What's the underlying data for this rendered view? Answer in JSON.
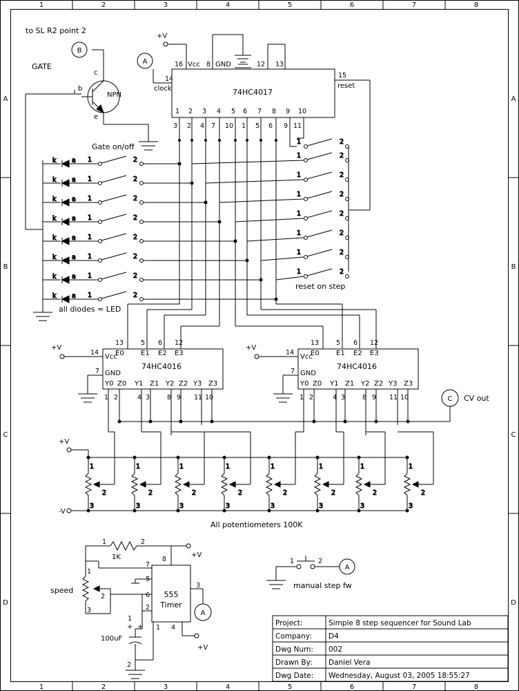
{
  "frame": {
    "columns": [
      "1",
      "2",
      "3",
      "4",
      "5",
      "6",
      "7",
      "8"
    ],
    "rows": [
      "A",
      "B",
      "C",
      "D"
    ]
  },
  "labels": {
    "to_sl": "to SL R2 point 2",
    "gate": "GATE",
    "gate_onoff": "Gate on/off",
    "npn": "NPN",
    "all_diodes": "all diodes = LED",
    "reset_on_step": "reset on step",
    "all_pots": "All potentiometers 100K",
    "cv_out": "CV out",
    "speed": "speed",
    "manual_step": "manual step fw",
    "r1k": "1K",
    "cap": "100uF",
    "plus_v": "+V",
    "minus_v": "-V"
  },
  "connectors": {
    "A": "A",
    "B": "B",
    "C": "C"
  },
  "ic_4017": {
    "name": "74HC4017",
    "vcc": "Vcc",
    "gnd": "GND",
    "clock": "clock",
    "reset": "reset",
    "top_pins": [
      "16",
      "8",
      "12",
      "13"
    ],
    "pin_14": "14",
    "pin_15": "15",
    "inner": [
      "1",
      "2",
      "3",
      "4",
      "5",
      "6",
      "7",
      "8",
      "9",
      "10"
    ],
    "outer": [
      "3",
      "2",
      "4",
      "7",
      "10",
      "1",
      "5",
      "6",
      "9",
      "11"
    ]
  },
  "ic_4016": {
    "name": "74HC4016",
    "vcc": "Vcc",
    "gnd": "GND",
    "enables": [
      "E0",
      "E1",
      "E2",
      "E3"
    ],
    "enable_pins": [
      "13",
      "5",
      "6",
      "12"
    ],
    "outputs": [
      "Y0",
      "Z0",
      "Y1",
      "Z1",
      "Y2",
      "Z2",
      "Y3",
      "Z3"
    ],
    "output_pins": [
      "1",
      "2",
      "4",
      "3",
      "8",
      "9",
      "11",
      "10"
    ],
    "pin_14": "14",
    "pin_7": "7"
  },
  "ic_555": {
    "line1": "555",
    "line2": "Timer",
    "pins": {
      "p8": "8",
      "p7": "7",
      "p5": "5",
      "p6": "6",
      "p2": "2",
      "p3": "3",
      "p1": "1",
      "p4": "4"
    }
  },
  "pin_nums": {
    "one": "1",
    "two": "2",
    "three": "3"
  },
  "diode": {
    "k": "k",
    "a": "a"
  },
  "transistor": {
    "b": "b",
    "c": "c",
    "e": "e"
  },
  "cap_plus": "+",
  "title_block": {
    "rows": [
      {
        "label": "Project:",
        "value": "Simple 8 step sequencer for Sound Lab"
      },
      {
        "label": "Company:",
        "value": "D4"
      },
      {
        "label": "Dwg Num:",
        "value": "002"
      },
      {
        "label": "Drawn By:",
        "value": "Daniel Vera"
      },
      {
        "label": "Dwg Date:",
        "value": "Wednesday, August 03, 2005 18:55:27"
      }
    ]
  }
}
